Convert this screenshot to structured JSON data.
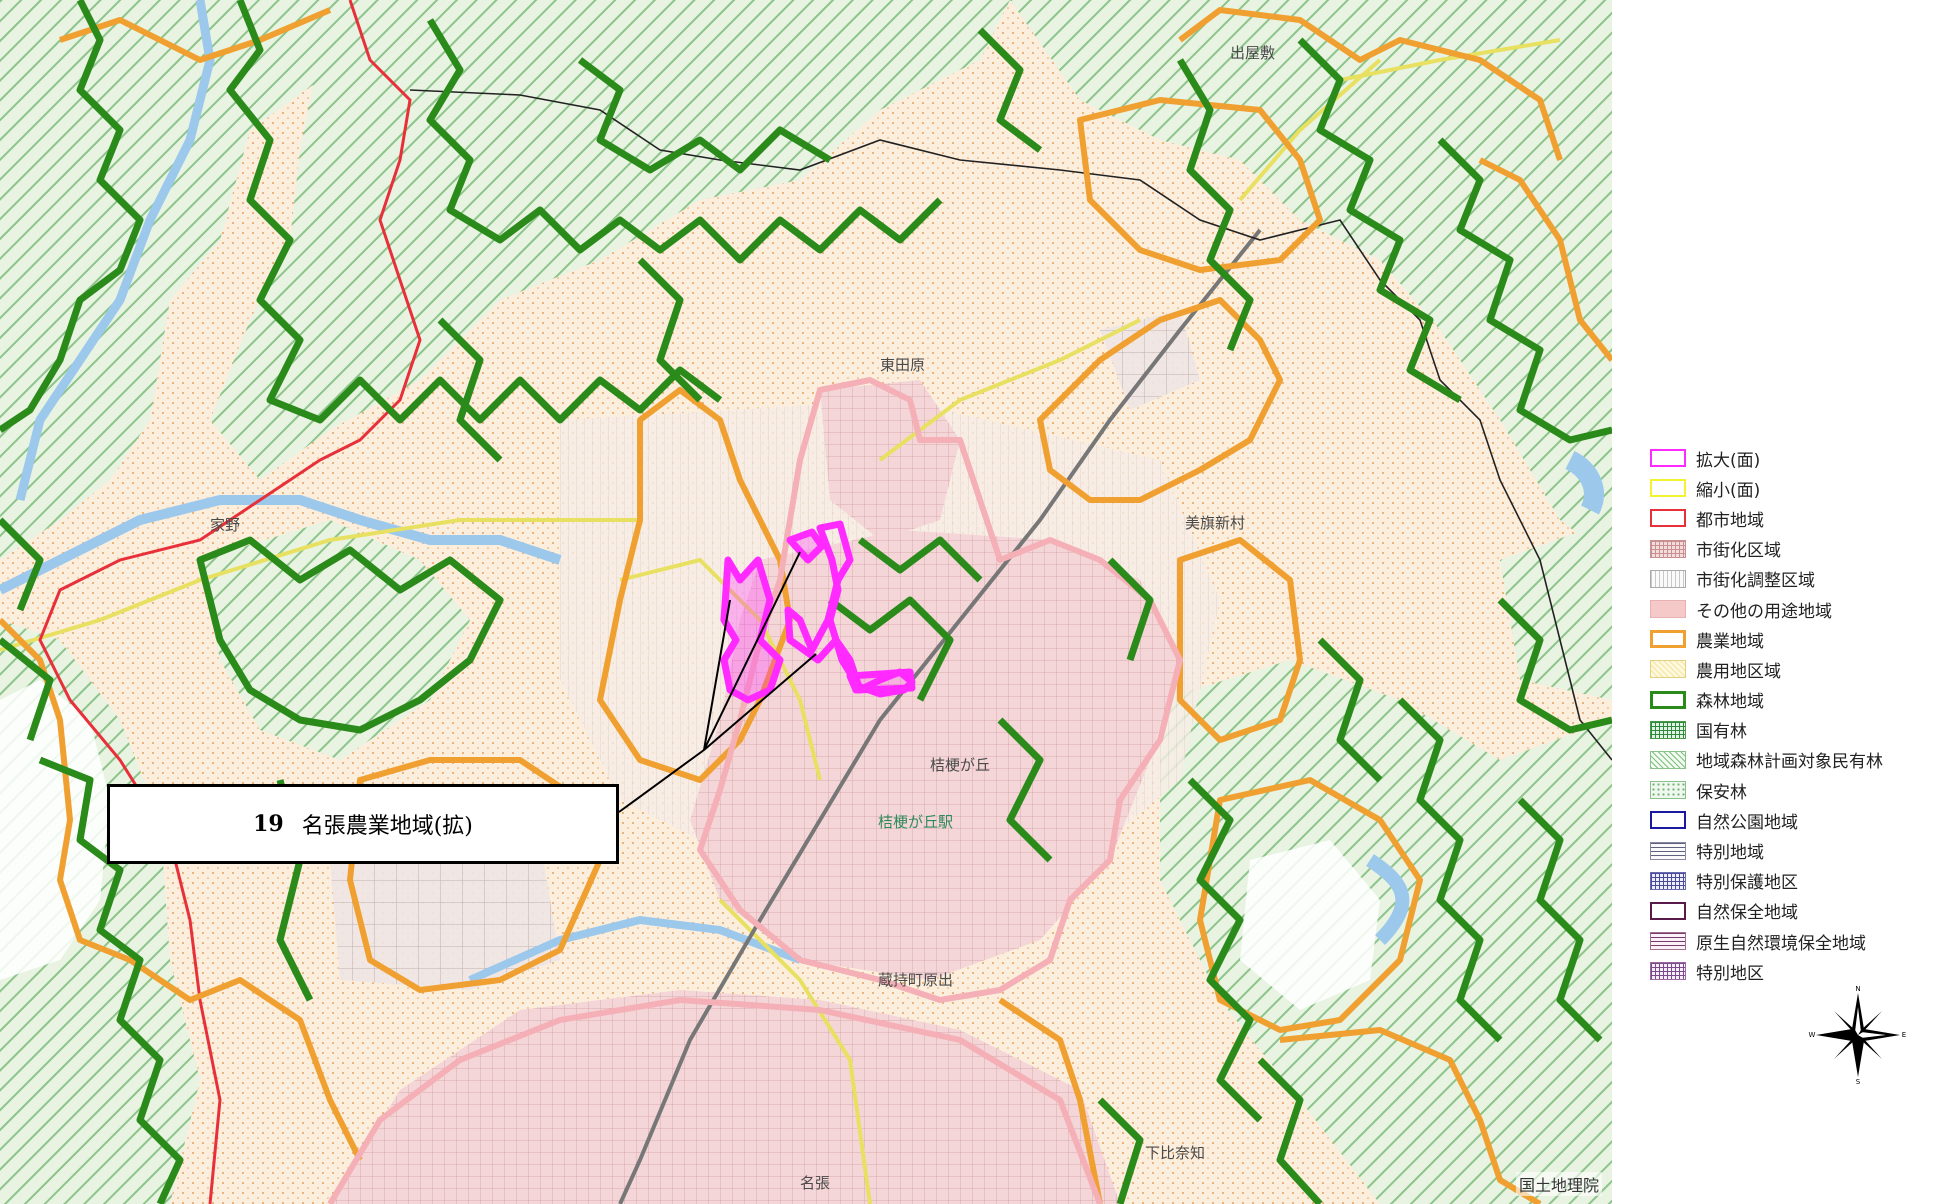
{
  "map": {
    "callout": {
      "number": "19",
      "label": "名張農業地域(拡)"
    },
    "attribution": "国土地理院",
    "place_labels": [
      "出屋敷",
      "東田原",
      "美旗新村",
      "家野",
      "桔梗が丘",
      "桔梗が丘駅",
      "蔵持町原出",
      "下比奈知",
      "名張"
    ],
    "colors": {
      "expansion": "#ff2aff",
      "reduction": "#f4f230",
      "urban_area": "#e8303a",
      "urbanization_promotion": "#f0a8a8",
      "urbanization_control": "#c8c8c8",
      "other_use": "#f6c9c9",
      "agricultural_area": "#f0a030",
      "agricultural_use_zone": "#f5e59a",
      "forest_area": "#2a8a1a",
      "national_forest": "#2e8a3e",
      "regional_private_forest": "#7dbf7d",
      "protection_forest": "#6fae6f",
      "natural_park": "#1a1aa0",
      "special_area": "#606080",
      "special_protection": "#4a4a9a",
      "nature_conservation": "#5a1a4a",
      "wilderness_conservation": "#7a3a6a",
      "special_district": "#7a4a8a"
    }
  },
  "legend": {
    "items": [
      {
        "label": "拡大(面)",
        "swatch": "outline-magenta"
      },
      {
        "label": "縮小(面)",
        "swatch": "outline-yellow"
      },
      {
        "label": "都市地域",
        "swatch": "outline-red"
      },
      {
        "label": "市街化区域",
        "swatch": "grid-pink"
      },
      {
        "label": "市街化調整区域",
        "swatch": "vlines-gray"
      },
      {
        "label": "その他の用途地域",
        "swatch": "fill-pink"
      },
      {
        "label": "農業地域",
        "swatch": "outline-orange"
      },
      {
        "label": "農用地区域",
        "swatch": "diag-yellow"
      },
      {
        "label": "森林地域",
        "swatch": "outline-green"
      },
      {
        "label": "国有林",
        "swatch": "grid-green"
      },
      {
        "label": "地域森林計画対象民有林",
        "swatch": "diag-green"
      },
      {
        "label": "保安林",
        "swatch": "dots-green"
      },
      {
        "label": "自然公園地域",
        "swatch": "outline-navy"
      },
      {
        "label": "特別地域",
        "swatch": "hlines-gray"
      },
      {
        "label": "特別保護地区",
        "swatch": "grid-blue"
      },
      {
        "label": "自然保全地域",
        "swatch": "outline-purple"
      },
      {
        "label": "原生自然環境保全地域",
        "swatch": "hlines-purple"
      },
      {
        "label": "特別地区",
        "swatch": "grid-purple"
      }
    ]
  },
  "compass": {
    "north": "N",
    "south": "S",
    "east": "E",
    "west": "W"
  }
}
